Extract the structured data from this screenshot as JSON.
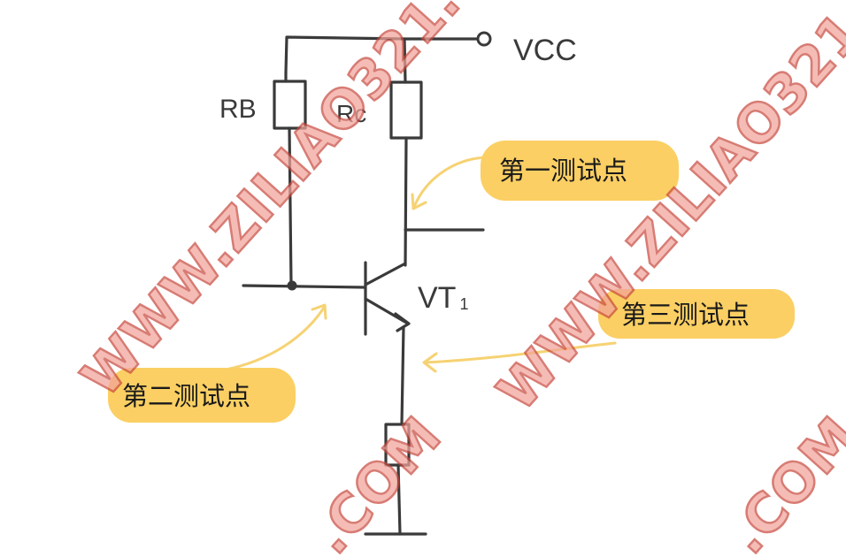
{
  "components": {
    "supply": "VCC",
    "base_resistor": "RB",
    "collector_resistor": "Rc",
    "transistor": "VT",
    "transistor_index": "1"
  },
  "callouts": {
    "test_point_1": "第一测试点",
    "test_point_2": "第二测试点",
    "test_point_3": "第三测试点"
  },
  "watermark": {
    "text": "WWW.ZILIAO321.COM",
    "partial": ".COM"
  },
  "colors": {
    "wire": "#3a3a3a",
    "callout": "#fbcf63",
    "arrow": "#f6d272",
    "watermark_fill": "#f2a39a",
    "watermark_stroke": "#c84a40"
  }
}
